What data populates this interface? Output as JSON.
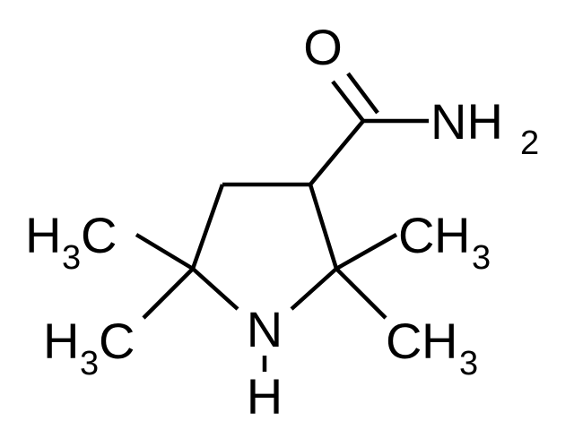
{
  "molecule": {
    "labels": {
      "carbonyl_oxygen": "O",
      "amide_nitrogen": "NH",
      "amide_subscript": "2",
      "ring_nitrogen": "N",
      "ring_nitrogen_hydrogen": "H",
      "methyl_h": "H",
      "methyl_c": "C",
      "methyl_subscript": "3"
    }
  }
}
